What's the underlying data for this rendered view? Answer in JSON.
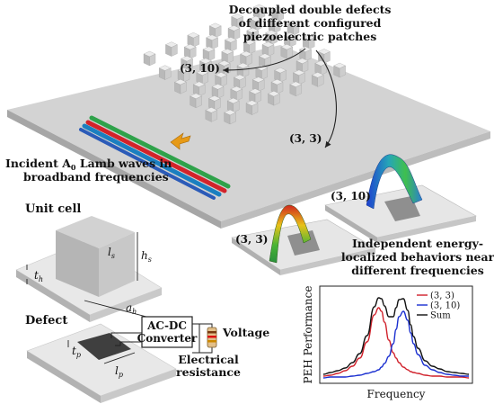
{
  "annotations": {
    "title_line1": "Decoupled double defects",
    "title_line2": "of different configured",
    "title_line3": "piezoelectric patches",
    "defect_a": "(3, 10)",
    "defect_b": "(3, 3)",
    "incident_line1_pre": "Incident A",
    "incident_sub": "0",
    "incident_line1_post": " Lamb waves in",
    "incident_line2": "broadband frequencies",
    "inset_a": "(3, 10)",
    "inset_b": "(3, 3)",
    "indep_line1": "Independent energy-",
    "indep_line2": "localized behaviors near",
    "indep_line3": "different frequencies"
  },
  "unit_cell": {
    "title": "Unit cell",
    "l_s": "l",
    "l_s_sub": "s",
    "h_s": "h",
    "h_s_sub": "s",
    "t_h": "t",
    "t_h_sub": "h"
  },
  "defect": {
    "title": "Defect",
    "a_h": "a",
    "a_h_sub": "h",
    "t_p": "t",
    "t_p_sub": "p",
    "l_p": "l",
    "l_p_sub": "p",
    "converter_line1": "AC-DC",
    "converter_line2": "Converter",
    "voltage": "Voltage",
    "resistance_line1": "Electrical",
    "resistance_line2": "resistance"
  },
  "chart_data": {
    "type": "line",
    "xlabel": "Frequency",
    "ylabel": "PEH Performance",
    "legend_position": "top-right",
    "x": [
      0,
      0.05,
      0.1,
      0.15,
      0.2,
      0.25,
      0.3,
      0.35,
      0.38,
      0.4,
      0.42,
      0.45,
      0.48,
      0.5,
      0.52,
      0.55,
      0.58,
      0.6,
      0.62,
      0.65,
      0.7,
      0.75,
      0.8,
      0.85,
      0.9,
      0.95,
      1.0
    ],
    "series": [
      {
        "name": "(3, 3)",
        "color": "#d0202a",
        "values": [
          0.04,
          0.05,
          0.07,
          0.1,
          0.15,
          0.24,
          0.42,
          0.72,
          0.8,
          0.76,
          0.64,
          0.44,
          0.3,
          0.24,
          0.19,
          0.14,
          0.11,
          0.09,
          0.08,
          0.07,
          0.05,
          0.04,
          0.04,
          0.03,
          0.03,
          0.03,
          0.02
        ]
      },
      {
        "name": "(3, 10)",
        "color": "#1a2fd0",
        "values": [
          0.02,
          0.03,
          0.03,
          0.03,
          0.04,
          0.05,
          0.07,
          0.09,
          0.11,
          0.14,
          0.18,
          0.26,
          0.4,
          0.56,
          0.7,
          0.76,
          0.66,
          0.52,
          0.4,
          0.28,
          0.16,
          0.11,
          0.08,
          0.06,
          0.05,
          0.04,
          0.04
        ]
      },
      {
        "name": "Sum",
        "color": "#111111",
        "values": [
          0.06,
          0.08,
          0.1,
          0.13,
          0.19,
          0.29,
          0.49,
          0.81,
          0.91,
          0.9,
          0.82,
          0.7,
          0.7,
          0.8,
          0.89,
          0.9,
          0.77,
          0.61,
          0.48,
          0.35,
          0.21,
          0.15,
          0.12,
          0.09,
          0.08,
          0.07,
          0.06
        ]
      }
    ]
  }
}
